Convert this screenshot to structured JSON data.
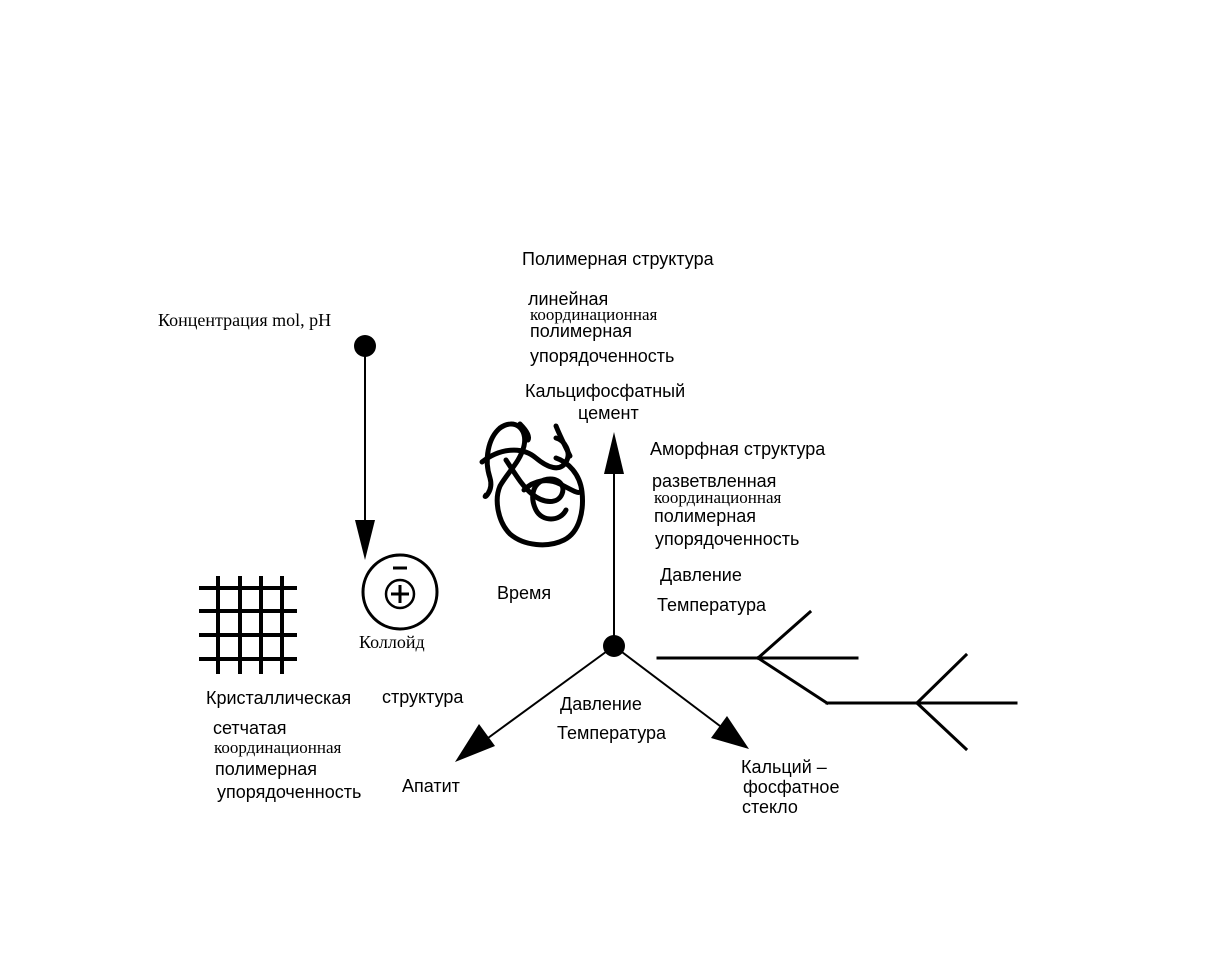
{
  "colors": {
    "ink": "#000000",
    "background": "#ffffff"
  },
  "icons": {
    "tangle": "tangled-polymer-icon",
    "grid": "crystal-lattice-icon",
    "colloid": "colloid-particle-icon",
    "branch": "branched-structure-icon"
  },
  "labels": {
    "concentration": "Концентрация mol, pH",
    "colloid": "Коллойд",
    "time": "Время",
    "polymer_title": "Полимерная структура",
    "polymer_lines": [
      "линейная",
      "координационная",
      "полимерная",
      "упорядоченность"
    ],
    "cement_line1": "Кальцифосфатный",
    "cement_line2": "цемент",
    "amorphous_title": "Аморфная структура",
    "amorphous_lines": [
      "разветвленная",
      "координационная",
      "полимерная",
      "упорядоченность"
    ],
    "pressure_right": "Давление",
    "temperature_right": "Температура",
    "crystal_word": "Кристаллическая",
    "structure_word": "структура",
    "crystal_lines": [
      "сетчатая",
      "координационная",
      "полимерная",
      "упорядоченность"
    ],
    "pressure_bottom": "Давление",
    "temperature_bottom": "Температура",
    "apatite": "Апатит",
    "glass_line1": "Кальций –",
    "glass_line2": "фосфатное",
    "glass_line3": "стекло"
  }
}
